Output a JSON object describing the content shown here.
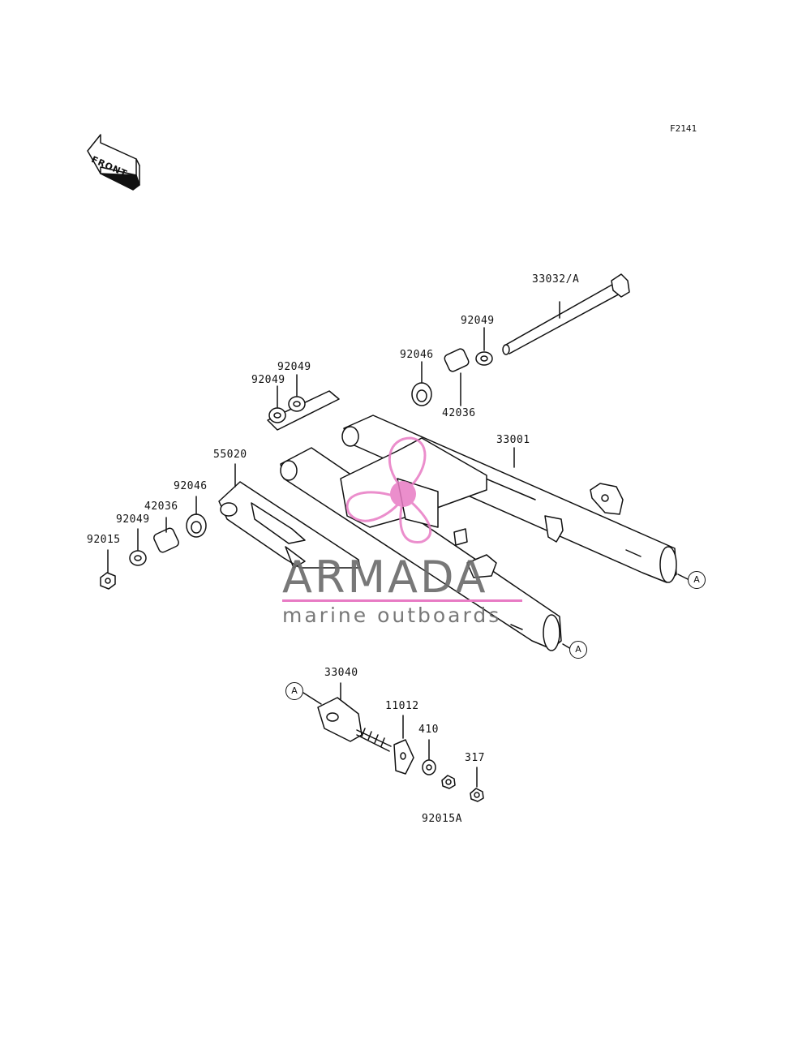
{
  "figure_code": "F2141",
  "front_label": "FRONT",
  "ref_marker": "A",
  "parts": {
    "p33032": "33032/A",
    "p92049_top": "92049",
    "p92046_top": "92046",
    "p42036_top": "42036",
    "p33001": "33001",
    "p92049_a": "92049",
    "p92049_b": "92049",
    "p55020": "55020",
    "p92046_left": "92046",
    "p42036_left": "42036",
    "p92049_left": "92049",
    "p92015": "92015",
    "p33040": "33040",
    "p11012": "11012",
    "p410": "410",
    "p317": "317",
    "p92015A": "92015A"
  },
  "watermark": {
    "title": "ARMADA",
    "subtitle": "marine outboards",
    "accent_color": "#e87bc4",
    "text_color": "#6d6d6d"
  }
}
